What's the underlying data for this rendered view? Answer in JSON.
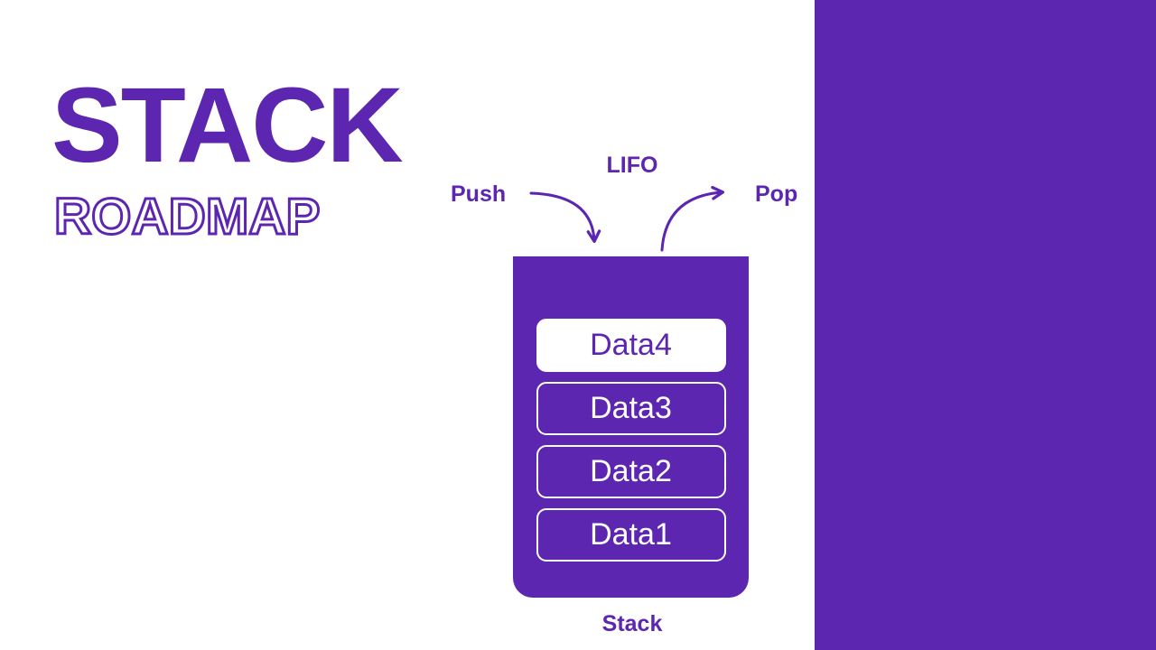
{
  "colors": {
    "accent": "#5C26B0",
    "background": "#FFFFFF",
    "panel": "#5C26B0",
    "top_item_background": "#FFFFFF"
  },
  "header": {
    "title": "STACK",
    "subtitle": "ROADMAP"
  },
  "diagram": {
    "principle_label": "LIFO",
    "push_label": "Push",
    "pop_label": "Pop",
    "stack_caption": "Stack",
    "items": [
      {
        "label": "Data4",
        "highlighted": true
      },
      {
        "label": "Data3",
        "highlighted": false
      },
      {
        "label": "Data2",
        "highlighted": false
      },
      {
        "label": "Data1",
        "highlighted": false
      }
    ]
  }
}
